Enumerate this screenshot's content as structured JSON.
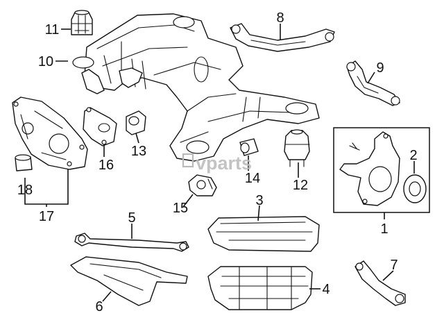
{
  "watermark": "vparts",
  "callouts": [
    "1",
    "2",
    "3",
    "4",
    "5",
    "6",
    "7",
    "8",
    "9",
    "10",
    "11",
    "12",
    "13",
    "14",
    "15",
    "16",
    "17",
    "18"
  ],
  "colors": {
    "ink": "#111111",
    "watermark": "#b9b9b9",
    "background": "#ffffff"
  },
  "parts": [
    "knuckle-assembly",
    "wheel-bearing",
    "heat-shield",
    "fuel-tank",
    "lateral-link",
    "underbody-cover",
    "lower-control-arm",
    "upper-control-arm",
    "camber-arm",
    "subframe",
    "subframe-bushing",
    "engine-mount",
    "bushing",
    "bushing",
    "mount-bracket",
    "mount-bracket",
    "differential-mount-bracket",
    "bushing"
  ]
}
